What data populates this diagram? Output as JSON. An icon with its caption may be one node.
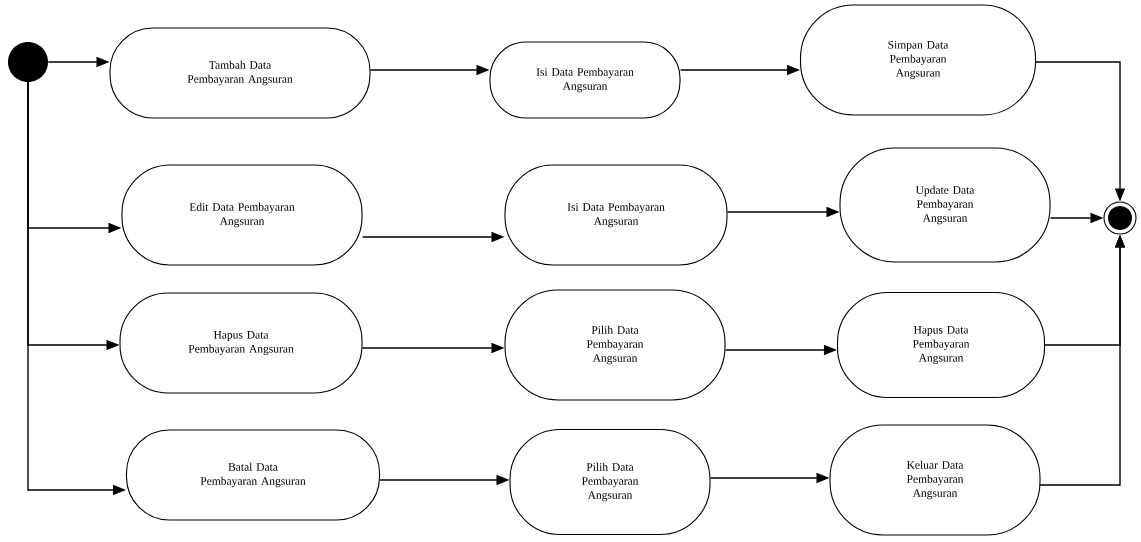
{
  "diagram": {
    "nodes": [
      {
        "text": [],
        "shape": "circle"
      },
      {
        "text": [
          "Tambah Data Pembayaran Angsuran"
        ]
      },
      {
        "text": [
          "Isi Data Pembayaran Angsuran"
        ]
      },
      {
        "text": [
          "Simpan Data Pembayaran Angsuran"
        ]
      },
      {
        "text": [
          "Edit Data Pembayaran Angsuran"
        ]
      },
      {
        "text": [
          "Isi Data Pembayaran Angsuran"
        ]
      },
      {
        "text": [
          "Update Data Pembayaran Angsuran"
        ]
      },
      {
        "text": [
          "Hapus Data Pembayaran Angsuran"
        ]
      },
      {
        "text": [
          "Pilih Data Pembayaran Angsuran"
        ]
      },
      {
        "text": [
          "Hapus Data Pembayaran Angsuran"
        ]
      },
      {
        "text": [
          "Batal Data Pembayaran Angsuran"
        ]
      },
      {
        "text": [
          "Pilih Data Pembayaran Angsuran"
        ]
      },
      {
        "text": [
          "Keluar Data Pembayaran Angsuran"
        ]
      },
      {
        "text": [],
        "shape": "circle"
      }
    ],
    "edges": [
      {
        "from": 0,
        "to": 1,
        "arrow": "to"
      },
      {
        "from": 0,
        "to": 4,
        "arrow": "to"
      },
      {
        "from": 0,
        "to": 7,
        "arrow": "to"
      },
      {
        "from": 0,
        "to": 10,
        "arrow": "to"
      },
      {
        "from": 1,
        "to": 2,
        "arrow": "to"
      },
      {
        "from": 2,
        "to": 3,
        "arrow": "to"
      },
      {
        "from": 4,
        "to": 5,
        "arrow": "to"
      },
      {
        "from": 5,
        "to": 6,
        "arrow": "to"
      },
      {
        "from": 7,
        "to": 8,
        "arrow": "to"
      },
      {
        "from": 8,
        "to": 9,
        "arrow": "to"
      },
      {
        "from": 10,
        "to": 11,
        "arrow": "to"
      },
      {
        "from": 11,
        "to": 12,
        "arrow": "to"
      },
      {
        "from": 3,
        "to": 13,
        "arrow": "to"
      },
      {
        "from": 6,
        "to": 13,
        "arrow": "to"
      },
      {
        "from": 9,
        "to": 13,
        "arrow": "to"
      },
      {
        "from": 12,
        "to": 13,
        "arrow": "to"
      }
    ]
  }
}
